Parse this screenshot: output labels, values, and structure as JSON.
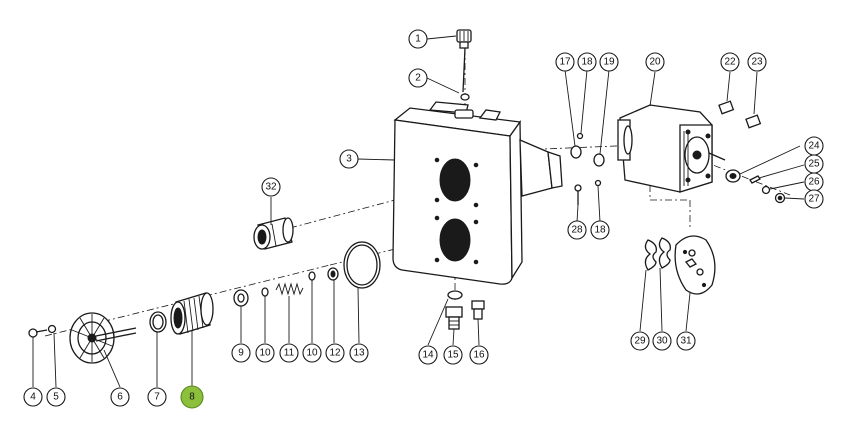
{
  "highlight_color": "#8cbf3c",
  "callouts": [
    {
      "id": "c1",
      "label": "1"
    },
    {
      "id": "c2",
      "label": "2"
    },
    {
      "id": "c3",
      "label": "3"
    },
    {
      "id": "c4",
      "label": "4"
    },
    {
      "id": "c5",
      "label": "5"
    },
    {
      "id": "c6",
      "label": "6"
    },
    {
      "id": "c7",
      "label": "7"
    },
    {
      "id": "c8",
      "label": "8",
      "highlighted": true
    },
    {
      "id": "c9",
      "label": "9"
    },
    {
      "id": "c10a",
      "label": "10"
    },
    {
      "id": "c11",
      "label": "11"
    },
    {
      "id": "c10b",
      "label": "10"
    },
    {
      "id": "c12",
      "label": "12"
    },
    {
      "id": "c13",
      "label": "13"
    },
    {
      "id": "c14",
      "label": "14"
    },
    {
      "id": "c15",
      "label": "15"
    },
    {
      "id": "c16",
      "label": "16"
    },
    {
      "id": "c17",
      "label": "17"
    },
    {
      "id": "c18a",
      "label": "18"
    },
    {
      "id": "c19",
      "label": "19"
    },
    {
      "id": "c20",
      "label": "20"
    },
    {
      "id": "c22",
      "label": "22"
    },
    {
      "id": "c23",
      "label": "23"
    },
    {
      "id": "c24",
      "label": "24"
    },
    {
      "id": "c25",
      "label": "25"
    },
    {
      "id": "c26",
      "label": "26"
    },
    {
      "id": "c27",
      "label": "27"
    },
    {
      "id": "c28",
      "label": "28"
    },
    {
      "id": "c18b",
      "label": "18"
    },
    {
      "id": "c29",
      "label": "29"
    },
    {
      "id": "c30",
      "label": "30"
    },
    {
      "id": "c31",
      "label": "31"
    },
    {
      "id": "c32",
      "label": "32"
    }
  ]
}
